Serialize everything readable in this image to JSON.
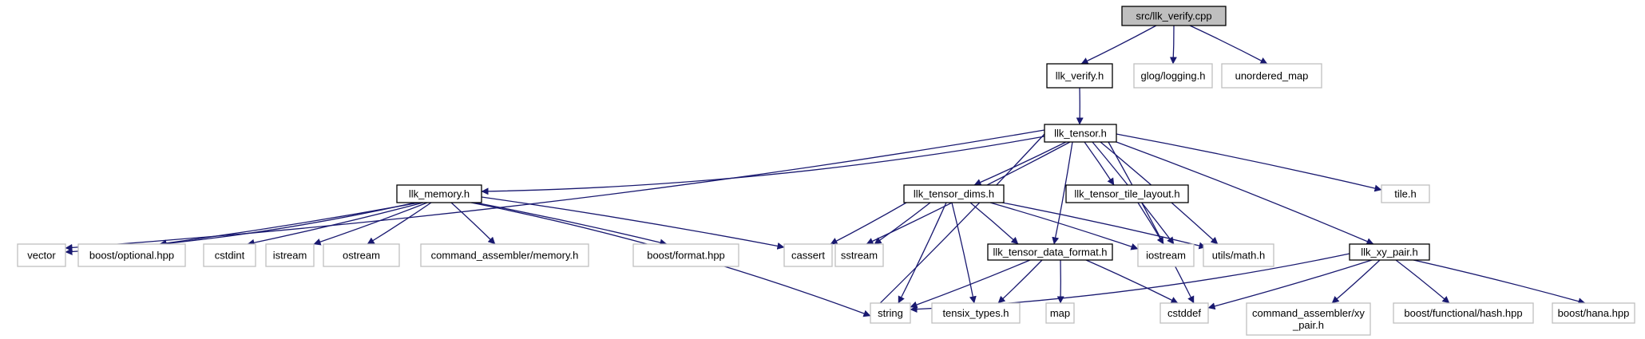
{
  "colors": {
    "edge": "#191970",
    "focus_fill": "#bfbfbf",
    "internal_border": "#000000",
    "external_border": "#bfbfbf"
  },
  "nodes": [
    {
      "id": "llk_verify_cpp",
      "lines": [
        "src/llk_verify.cpp"
      ],
      "kind": "focus"
    },
    {
      "id": "llk_verify_h",
      "lines": [
        "llk_verify.h"
      ],
      "kind": "internal"
    },
    {
      "id": "glog_logging_h",
      "lines": [
        "glog/logging.h"
      ],
      "kind": "external"
    },
    {
      "id": "unordered_map",
      "lines": [
        "unordered_map"
      ],
      "kind": "external"
    },
    {
      "id": "llk_tensor_h",
      "lines": [
        "llk_tensor.h"
      ],
      "kind": "internal"
    },
    {
      "id": "llk_memory_h",
      "lines": [
        "llk_memory.h"
      ],
      "kind": "internal"
    },
    {
      "id": "llk_tensor_dims_h",
      "lines": [
        "llk_tensor_dims.h"
      ],
      "kind": "internal"
    },
    {
      "id": "llk_tensor_tile_layout_h",
      "lines": [
        "llk_tensor_tile_layout.h"
      ],
      "kind": "internal"
    },
    {
      "id": "tile_h",
      "lines": [
        "tile.h"
      ],
      "kind": "external"
    },
    {
      "id": "vector",
      "lines": [
        "vector"
      ],
      "kind": "external"
    },
    {
      "id": "boost_optional_hpp",
      "lines": [
        "boost/optional.hpp"
      ],
      "kind": "external"
    },
    {
      "id": "cstdint",
      "lines": [
        "cstdint"
      ],
      "kind": "external"
    },
    {
      "id": "istream",
      "lines": [
        "istream"
      ],
      "kind": "external"
    },
    {
      "id": "ostream",
      "lines": [
        "ostream"
      ],
      "kind": "external"
    },
    {
      "id": "command_assembler_memory_h",
      "lines": [
        "command_assembler/memory.h"
      ],
      "kind": "external"
    },
    {
      "id": "boost_format_hpp",
      "lines": [
        "boost/format.hpp"
      ],
      "kind": "external"
    },
    {
      "id": "cassert",
      "lines": [
        "cassert"
      ],
      "kind": "external"
    },
    {
      "id": "sstream",
      "lines": [
        "sstream"
      ],
      "kind": "external"
    },
    {
      "id": "llk_tensor_data_format_h",
      "lines": [
        "llk_tensor_data_format.h"
      ],
      "kind": "internal"
    },
    {
      "id": "iostream",
      "lines": [
        "iostream"
      ],
      "kind": "external"
    },
    {
      "id": "utils_math_h",
      "lines": [
        "utils/math.h"
      ],
      "kind": "external"
    },
    {
      "id": "llk_xy_pair_h",
      "lines": [
        "llk_xy_pair.h"
      ],
      "kind": "internal"
    },
    {
      "id": "string",
      "lines": [
        "string"
      ],
      "kind": "external"
    },
    {
      "id": "tensix_types_h",
      "lines": [
        "tensix_types.h"
      ],
      "kind": "external"
    },
    {
      "id": "map",
      "lines": [
        "map"
      ],
      "kind": "external"
    },
    {
      "id": "cstddef",
      "lines": [
        "cstddef"
      ],
      "kind": "external"
    },
    {
      "id": "command_assembler_xy_pair_h",
      "lines": [
        "command_assembler/xy",
        "_pair.h"
      ],
      "kind": "external"
    },
    {
      "id": "boost_functional_hash_hpp",
      "lines": [
        "boost/functional/hash.hpp"
      ],
      "kind": "external"
    },
    {
      "id": "boost_hana_hpp",
      "lines": [
        "boost/hana.hpp"
      ],
      "kind": "external"
    }
  ],
  "edges": [
    [
      "llk_verify_cpp",
      "llk_verify_h"
    ],
    [
      "llk_verify_cpp",
      "glog_logging_h"
    ],
    [
      "llk_verify_cpp",
      "unordered_map"
    ],
    [
      "llk_verify_h",
      "llk_tensor_h"
    ],
    [
      "llk_tensor_h",
      "string"
    ],
    [
      "llk_tensor_h",
      "vector"
    ],
    [
      "llk_tensor_h",
      "llk_memory_h"
    ],
    [
      "llk_tensor_h",
      "sstream"
    ],
    [
      "llk_tensor_h",
      "llk_tensor_dims_h"
    ],
    [
      "llk_tensor_h",
      "llk_tensor_data_format_h"
    ],
    [
      "llk_tensor_h",
      "llk_tensor_tile_layout_h"
    ],
    [
      "llk_tensor_h",
      "iostream"
    ],
    [
      "llk_tensor_h",
      "utils_math_h"
    ],
    [
      "llk_tensor_h",
      "cstddef"
    ],
    [
      "llk_tensor_h",
      "llk_xy_pair_h"
    ],
    [
      "llk_tensor_h",
      "tile_h"
    ],
    [
      "llk_memory_h",
      "vector"
    ],
    [
      "llk_memory_h",
      "boost_optional_hpp"
    ],
    [
      "llk_memory_h",
      "cstdint"
    ],
    [
      "llk_memory_h",
      "istream"
    ],
    [
      "llk_memory_h",
      "ostream"
    ],
    [
      "llk_memory_h",
      "command_assembler_memory_h"
    ],
    [
      "llk_memory_h",
      "boost_format_hpp"
    ],
    [
      "llk_memory_h",
      "cassert"
    ],
    [
      "llk_memory_h",
      "string"
    ],
    [
      "llk_tensor_dims_h",
      "cassert"
    ],
    [
      "llk_tensor_dims_h",
      "sstream"
    ],
    [
      "llk_tensor_dims_h",
      "string"
    ],
    [
      "llk_tensor_dims_h",
      "tensix_types_h"
    ],
    [
      "llk_tensor_dims_h",
      "llk_tensor_data_format_h"
    ],
    [
      "llk_tensor_dims_h",
      "iostream"
    ],
    [
      "llk_tensor_dims_h",
      "utils_math_h"
    ],
    [
      "llk_tensor_tile_layout_h",
      "iostream"
    ],
    [
      "llk_tensor_data_format_h",
      "string"
    ],
    [
      "llk_tensor_data_format_h",
      "tensix_types_h"
    ],
    [
      "llk_tensor_data_format_h",
      "map"
    ],
    [
      "llk_tensor_data_format_h",
      "cstddef"
    ],
    [
      "llk_xy_pair_h",
      "string"
    ],
    [
      "llk_xy_pair_h",
      "cstddef"
    ],
    [
      "llk_xy_pair_h",
      "command_assembler_xy_pair_h"
    ],
    [
      "llk_xy_pair_h",
      "boost_functional_hash_hpp"
    ],
    [
      "llk_xy_pair_h",
      "boost_hana_hpp"
    ]
  ]
}
